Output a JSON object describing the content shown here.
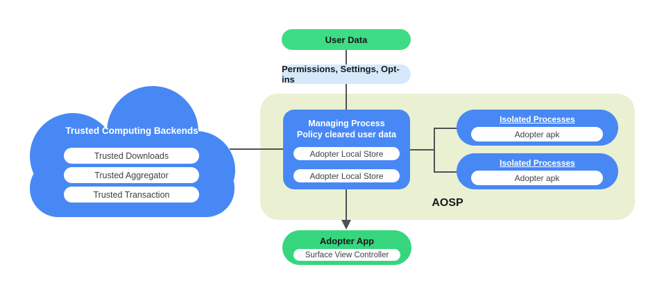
{
  "colors": {
    "blue": "#4788f5",
    "green_top": "#3edc84",
    "green_bottom": "#36d67e",
    "lightblue": "#d6e9fb",
    "aosp_bg": "#eaf0d2",
    "line": "#4d5156",
    "pill_text": "#3c4043",
    "dark_text": "#17181a"
  },
  "flow": {
    "user_data": "User Data",
    "permissions": "Permissions,  Settings, Opt-ins"
  },
  "cloud": {
    "title": "Trusted Computing Backends",
    "items": [
      "Trusted Downloads",
      "Trusted Aggregator",
      "Trusted Transaction"
    ]
  },
  "aosp": {
    "label": "AOSP",
    "managing": {
      "title_line1": "Managing Process",
      "title_line2": "Policy cleared user data",
      "stores": [
        "Adopter Local Store",
        "Adopter Local Store"
      ]
    },
    "isolated": [
      {
        "title": "Isolated Processes",
        "item": "Adopter apk"
      },
      {
        "title": "Isolated Processes",
        "item": "Adopter apk"
      }
    ]
  },
  "adopter_app": {
    "title": "Adopter App",
    "item": "Surface View Controller"
  }
}
